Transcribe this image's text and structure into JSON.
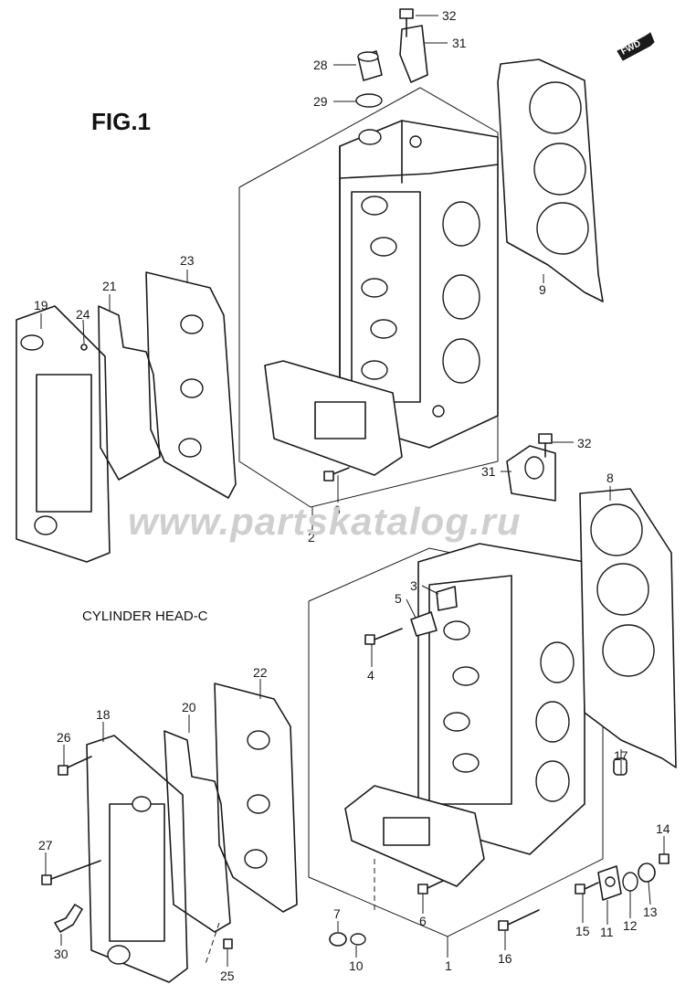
{
  "figure": {
    "title": "FIG.1",
    "section_label": "CYLINDER HEAD-C",
    "watermark": "www.partskatalog.ru",
    "direction_badge": "FWD"
  },
  "callouts": [
    {
      "id": "1",
      "label": "1"
    },
    {
      "id": "2",
      "label": "2"
    },
    {
      "id": "3",
      "label": "3"
    },
    {
      "id": "4",
      "label": "4"
    },
    {
      "id": "5",
      "label": "5"
    },
    {
      "id": "6a",
      "label": "6"
    },
    {
      "id": "6b",
      "label": "6"
    },
    {
      "id": "7",
      "label": "7"
    },
    {
      "id": "8",
      "label": "8"
    },
    {
      "id": "9",
      "label": "9"
    },
    {
      "id": "10",
      "label": "10"
    },
    {
      "id": "11",
      "label": "11"
    },
    {
      "id": "12",
      "label": "12"
    },
    {
      "id": "13",
      "label": "13"
    },
    {
      "id": "14",
      "label": "14"
    },
    {
      "id": "15",
      "label": "15"
    },
    {
      "id": "16",
      "label": "16"
    },
    {
      "id": "17",
      "label": "17"
    },
    {
      "id": "18",
      "label": "18"
    },
    {
      "id": "19",
      "label": "19"
    },
    {
      "id": "20",
      "label": "20"
    },
    {
      "id": "21",
      "label": "21"
    },
    {
      "id": "22",
      "label": "22"
    },
    {
      "id": "23",
      "label": "23"
    },
    {
      "id": "24",
      "label": "24"
    },
    {
      "id": "25",
      "label": "25"
    },
    {
      "id": "26",
      "label": "26"
    },
    {
      "id": "27",
      "label": "27"
    },
    {
      "id": "28",
      "label": "28"
    },
    {
      "id": "29",
      "label": "29"
    },
    {
      "id": "30",
      "label": "30"
    },
    {
      "id": "31a",
      "label": "31"
    },
    {
      "id": "31b",
      "label": "31"
    },
    {
      "id": "32a",
      "label": "32"
    },
    {
      "id": "32b",
      "label": "32"
    }
  ]
}
